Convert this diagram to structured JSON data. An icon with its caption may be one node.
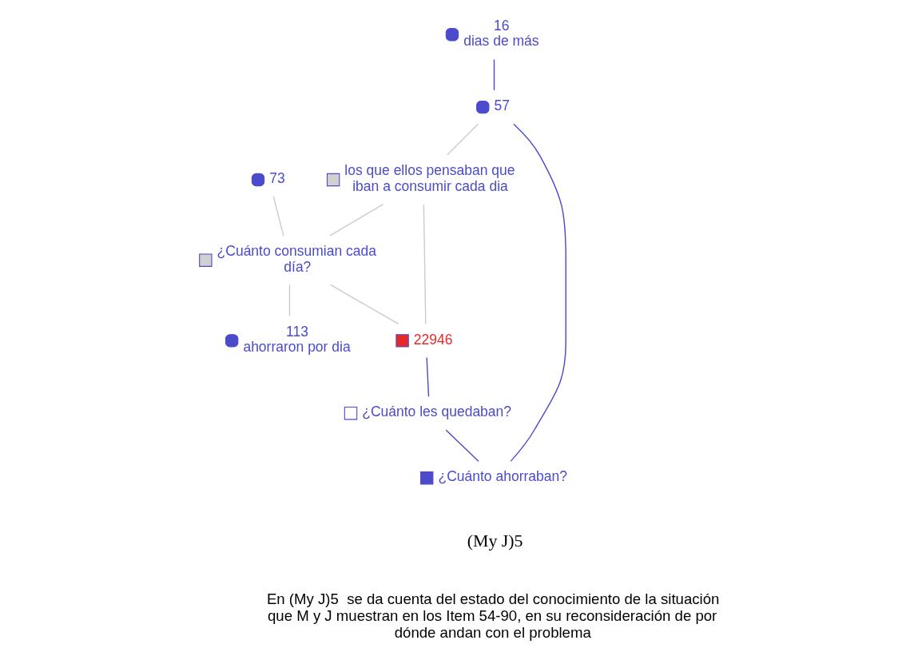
{
  "diagram": {
    "nodes": [
      {
        "text": [
          "57"
        ]
      },
      {
        "text": [
          "los que ellos pensaban que iban a consumir cada dia"
        ]
      },
      {
        "text": [
          "22946"
        ]
      },
      {
        "text": [
          "73"
        ]
      },
      {
        "text": [
          "¿Cuánto consumian cada día?"
        ]
      },
      {
        "text": [
          "¿Cuánto les quedaban?"
        ]
      },
      {
        "text": [
          "16",
          "dias de más"
        ]
      },
      {
        "text": [
          "113",
          "ahorraron por dia"
        ]
      },
      {
        "text": [
          "¿Cuánto ahorraban?"
        ]
      }
    ],
    "edges": [
      {
        "from": 0,
        "to": 1,
        "arrow": "none"
      },
      {
        "from": 1,
        "to": 2,
        "arrow": "none"
      },
      {
        "from": 1,
        "to": 4,
        "arrow": "none"
      },
      {
        "from": 3,
        "to": 4,
        "arrow": "none"
      },
      {
        "from": 4,
        "to": 2,
        "arrow": "none"
      },
      {
        "from": 4,
        "to": 7,
        "arrow": "none"
      },
      {
        "from": 6,
        "to": 0,
        "arrow": "none",
        "color": "#4b4bcc"
      },
      {
        "from": 0,
        "to": 8,
        "arrow": "none",
        "color": "#4b4bcc"
      },
      {
        "from": 2,
        "to": 5,
        "arrow": "none",
        "color": "#4b4bcc"
      },
      {
        "from": 5,
        "to": 8,
        "arrow": "none",
        "color": "#4b4bcc"
      }
    ],
    "labels": [
      "(My J)5",
      "En (My J)5  se da cuenta del estado del conocimiento de la situación que M y J muestran en los Item 54-90, en su reconsideración de por dónde andan con el problema"
    ]
  }
}
